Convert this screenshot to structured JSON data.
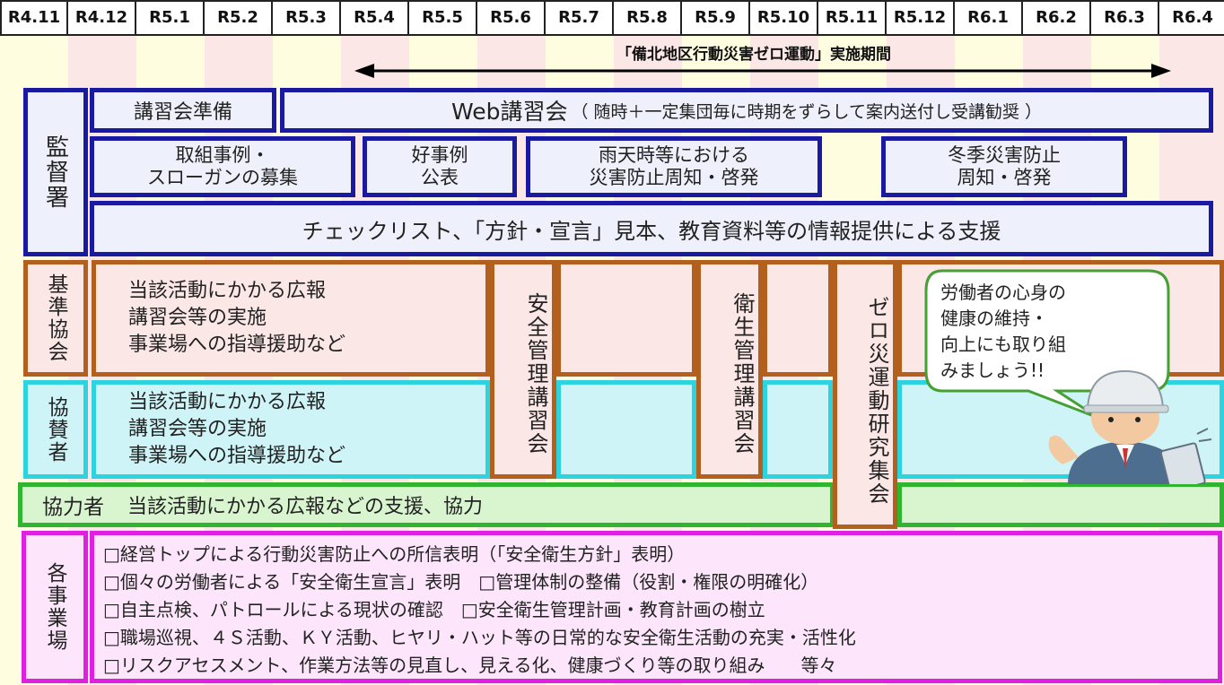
{
  "months": [
    "R4.11",
    "R4.12",
    "R5.1",
    "R5.2",
    "R5.3",
    "R5.4",
    "R5.5",
    "R5.6",
    "R5.7",
    "R5.8",
    "R5.9",
    "R5.10",
    "R5.11",
    "R5.12",
    "R6.1",
    "R6.2",
    "R6.3",
    "R6.4"
  ],
  "period_label": "「備北地区行動災害ゼロ運動」実施期間",
  "rows": {
    "kantokusho": {
      "label": "監督署",
      "prep": "講習会準備",
      "web": "Web講習会",
      "web_note": "（ 随時＋一定集団毎に時期をずらして案内送付し受講勧奨 ）",
      "examples": "取組事例・\nスローガンの募集",
      "good": "好事例\n公表",
      "rain": "雨天時等における\n災害防止周知・啓発",
      "winter": "冬季災害防止\n周知・啓発",
      "support": "チェックリスト、「方針・宣言」見本、教育資料等の情報提供による支援"
    },
    "kijun": {
      "label": "基準協会",
      "text": "当該活動にかかる広報\n講習会等の実施\n事業場への指導援助など"
    },
    "kyosan": {
      "label": "協賛者",
      "text": "当該活動にかかる広報\n講習会等の実施\n事業場への指導援助など"
    },
    "kyoryoku": {
      "label": "協力者",
      "text": "当該活動にかかる広報などの支援、協力"
    },
    "jigyosho": {
      "label": "各事業場",
      "items": [
        "□経営トップによる行動災害防止への所信表明（「安全衛生方針」表明）",
        "□個々の労働者による「安全衛生宣言」表明　□管理体制の整備（役割・権限の明確化）",
        "□自主点検、パトロールによる現状の確認　□安全衛生管理計画・教育計画の樹立",
        "□職場巡視、４Ｓ活動、ＫＹ活動、ヒヤリ・ハット等の日常的な安全衛生活動の充実・活性化",
        "□リスクアセスメント、作業方法等の見直し、見える化、健康づくり等の取り組み　　等々"
      ]
    }
  },
  "events": {
    "safety": "安全管理講習会",
    "health": "衛生管理講習会",
    "zero": "ゼロ災運動研究集会"
  },
  "speech": "労働者の心身の\n健康の維持・\n向上にも取り組\nみましょう!!",
  "colors": {
    "blue": "#1a1aa0",
    "orange": "#b3601e",
    "cyan": "#2ed3e0",
    "green": "#2fb52f",
    "magenta": "#e020e0"
  }
}
